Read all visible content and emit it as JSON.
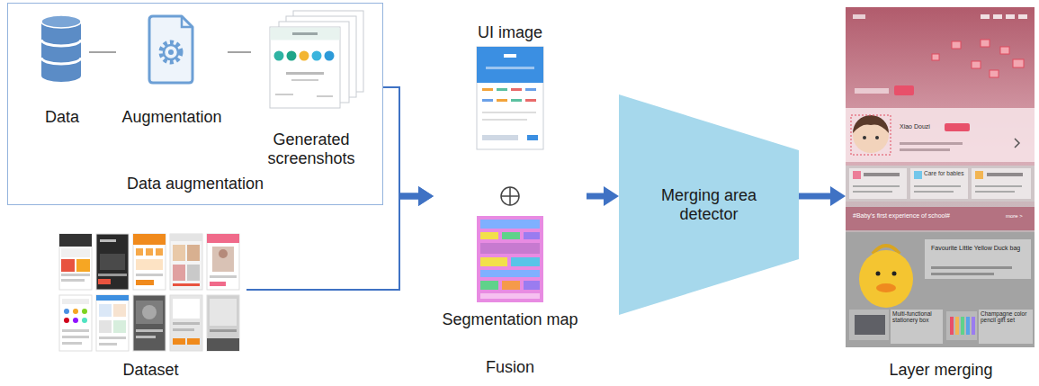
{
  "diagram": {
    "nodes": [
      {
        "text": [
          "Data augmentation"
        ]
      },
      {
        "text": [
          "Data"
        ],
        "in": 0
      },
      {
        "text": [
          "Augmentation"
        ],
        "in": 0
      },
      {
        "text": [
          "Generated screenshots"
        ],
        "in": 0
      },
      {
        "text": [
          "Dataset"
        ]
      },
      {
        "text": [
          "UI image",
          "Segmentation map",
          "Fusion"
        ]
      },
      {
        "text": [
          "Merging area detector"
        ]
      },
      {
        "text": [
          "Layer merging"
        ]
      }
    ],
    "edges": [
      {
        "from": 1,
        "to": 2,
        "arrow": "none"
      },
      {
        "from": 2,
        "to": 3,
        "arrow": "none"
      },
      {
        "from": 0,
        "to": 5,
        "arrow": "to"
      },
      {
        "from": 4,
        "to": 5,
        "arrow": "to"
      },
      {
        "from": 5,
        "to": 6,
        "arrow": "to"
      },
      {
        "from": 6,
        "to": 7,
        "arrow": "to"
      }
    ],
    "labels": [
      "Xiao Douzi",
      "Care for babies",
      "#Baby's first experience of school#",
      "more >",
      "Favourite Little Yellow Duck bag",
      "Multi-functional stationery box",
      "Champagne color pencil gift set"
    ]
  }
}
